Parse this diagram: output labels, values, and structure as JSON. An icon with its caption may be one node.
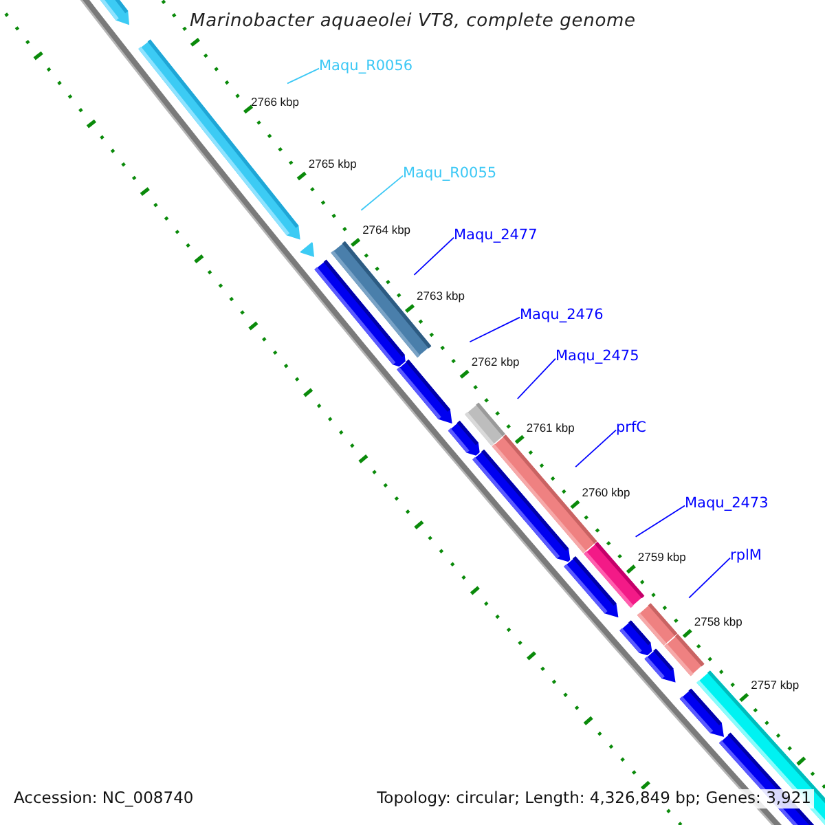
{
  "diagram": {
    "title": "Marinobacter aquaeolei VT8, complete genome",
    "nodes": [
      {
        "text": [
          "Maqu_R0056"
        ]
      },
      {
        "text": [
          "Maqu_R0055"
        ]
      },
      {
        "text": [
          "Maqu_2477"
        ]
      },
      {
        "text": [
          "Maqu_2476"
        ]
      },
      {
        "text": [
          "Maqu_2475"
        ]
      },
      {
        "text": [
          "prfC"
        ]
      },
      {
        "text": [
          "Maqu_2473"
        ]
      },
      {
        "text": [
          "rplM"
        ]
      }
    ],
    "edges": [
      {
        "from": 0,
        "to": null,
        "arrow": "none",
        "color": "#3cc8f5"
      },
      {
        "from": 1,
        "to": null,
        "arrow": "none",
        "color": "#3cc8f5"
      },
      {
        "from": 2,
        "to": null,
        "arrow": "none"
      },
      {
        "from": 3,
        "to": null,
        "arrow": "none"
      },
      {
        "from": 4,
        "to": null,
        "arrow": "none"
      },
      {
        "from": 5,
        "to": null,
        "arrow": "none"
      },
      {
        "from": 6,
        "to": null,
        "arrow": "none"
      },
      {
        "from": 7,
        "to": null,
        "arrow": "none"
      }
    ],
    "labels": [
      "2766 kbp",
      "2765 kbp",
      "2764 kbp",
      "2763 kbp",
      "2762 kbp",
      "2761 kbp",
      "2760 kbp",
      "2759 kbp",
      "2758 kbp",
      "2757 kbp",
      "Accession: NC_008740",
      "Topology: circular; Length: 4,326,849 bp; Genes: 3,921"
    ]
  }
}
